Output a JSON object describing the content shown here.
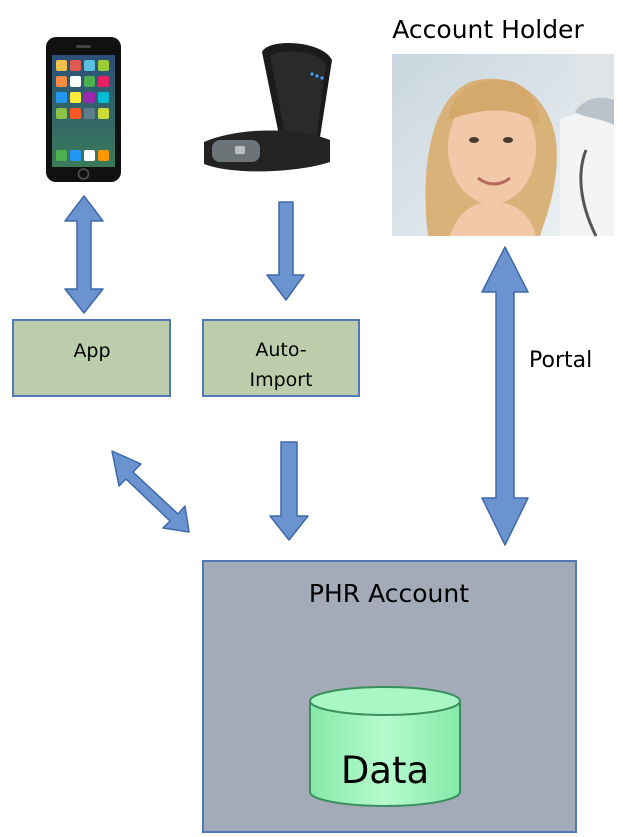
{
  "labels": {
    "account_holder": "Account Holder",
    "portal": "Portal"
  },
  "boxes": {
    "app": {
      "label": "App"
    },
    "auto_import": {
      "line1": "Auto-",
      "line2": "Import"
    },
    "phr_account": {
      "label": "PHR Account"
    },
    "data_store": {
      "label": "Data"
    }
  },
  "colors": {
    "arrow_fill": "#6b93cf",
    "arrow_stroke": "#3d6aaa",
    "box_fill": "#bccdab",
    "box_stroke": "#4f79b8",
    "phr_fill": "#a3abb8",
    "data_fill": "#9ef6bd",
    "data_stroke": "#3b8f5d"
  },
  "icons": {
    "phone": "smartphone-icon",
    "wearable": "fitness-band-icon",
    "person": "account-holder-photo"
  }
}
